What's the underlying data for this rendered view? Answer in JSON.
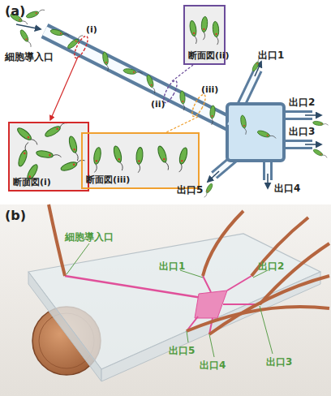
{
  "diagram": {
    "nodes": [
      {
        "text": [
          "断面図(i)"
        ]
      },
      {
        "text": [
          "断面図(ii)"
        ]
      },
      {
        "text": [
          "断面図(iii)"
        ]
      }
    ],
    "labels": [
      "(a)",
      "(i)",
      "(ii)",
      "(iii)",
      "細胞導入口",
      "出口1",
      "出口2",
      "出口3",
      "出口4",
      "出口5",
      "(b)",
      "細胞導入口",
      "出口1",
      "出口2",
      "出口5",
      "出口4",
      "出口3"
    ]
  }
}
